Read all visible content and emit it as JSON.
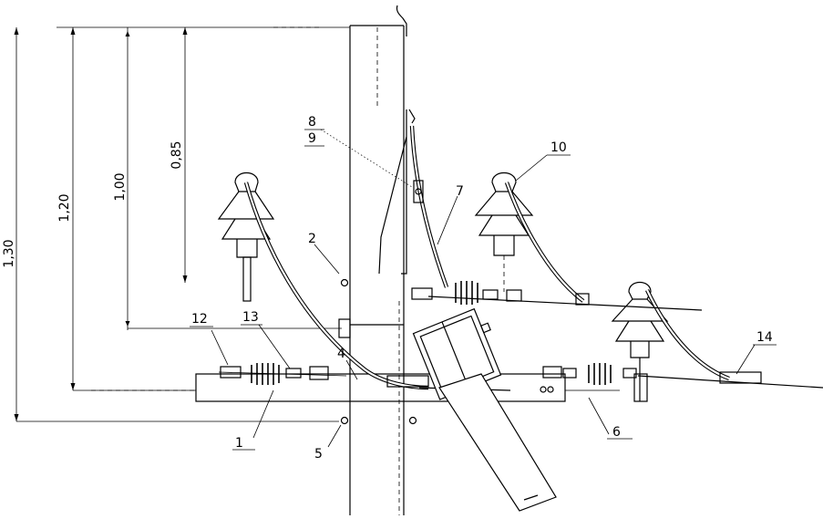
{
  "dimensions": [
    {
      "id": "d130",
      "label": "1,30"
    },
    {
      "id": "d120",
      "label": "1,20"
    },
    {
      "id": "d100",
      "label": "1,00"
    },
    {
      "id": "d085",
      "label": "0,85"
    }
  ],
  "callouts": [
    {
      "id": "c1",
      "label": "1"
    },
    {
      "id": "c2",
      "label": "2"
    },
    {
      "id": "c4",
      "label": "4"
    },
    {
      "id": "c5",
      "label": "5"
    },
    {
      "id": "c6",
      "label": "6"
    },
    {
      "id": "c7",
      "label": "7"
    },
    {
      "id": "c8",
      "label": "8"
    },
    {
      "id": "c9",
      "label": "9"
    },
    {
      "id": "c10",
      "label": "10"
    },
    {
      "id": "c12",
      "label": "12"
    },
    {
      "id": "c13",
      "label": "13"
    },
    {
      "id": "c14",
      "label": "14"
    }
  ]
}
